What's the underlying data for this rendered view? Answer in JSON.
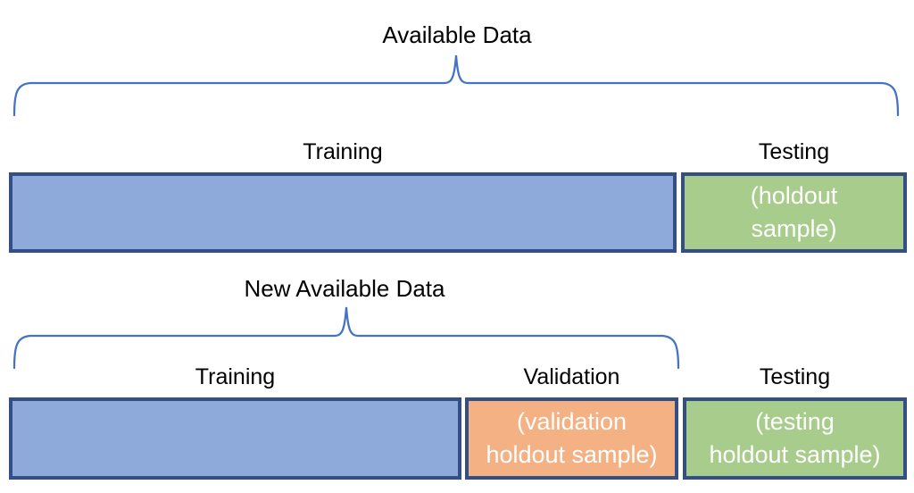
{
  "colors": {
    "training_fill": "#8eaadb",
    "validation_fill": "#f4b183",
    "testing_fill": "#a8cc8c",
    "bar_border": "#344e87",
    "brace_stroke": "#4472c4",
    "label_text": "#000000",
    "bar_text": "#ffffff"
  },
  "top_section": {
    "brace_label": "Available Data",
    "column_labels": [
      {
        "label": "Training"
      },
      {
        "label": "Testing"
      }
    ],
    "bar_segments": [
      {
        "name": "training"
      },
      {
        "name": "testing-holdout",
        "line1": "(holdout",
        "line2": "sample)"
      }
    ]
  },
  "bottom_section": {
    "brace_label": "New Available Data",
    "column_labels": [
      {
        "label": "Training"
      },
      {
        "label": "Validation"
      },
      {
        "label": "Testing"
      }
    ],
    "bar_segments": [
      {
        "name": "training"
      },
      {
        "name": "validation-holdout",
        "line1": "(validation",
        "line2": "holdout sample)"
      },
      {
        "name": "testing-holdout",
        "line1": "(testing",
        "line2": "holdout sample)"
      }
    ]
  }
}
